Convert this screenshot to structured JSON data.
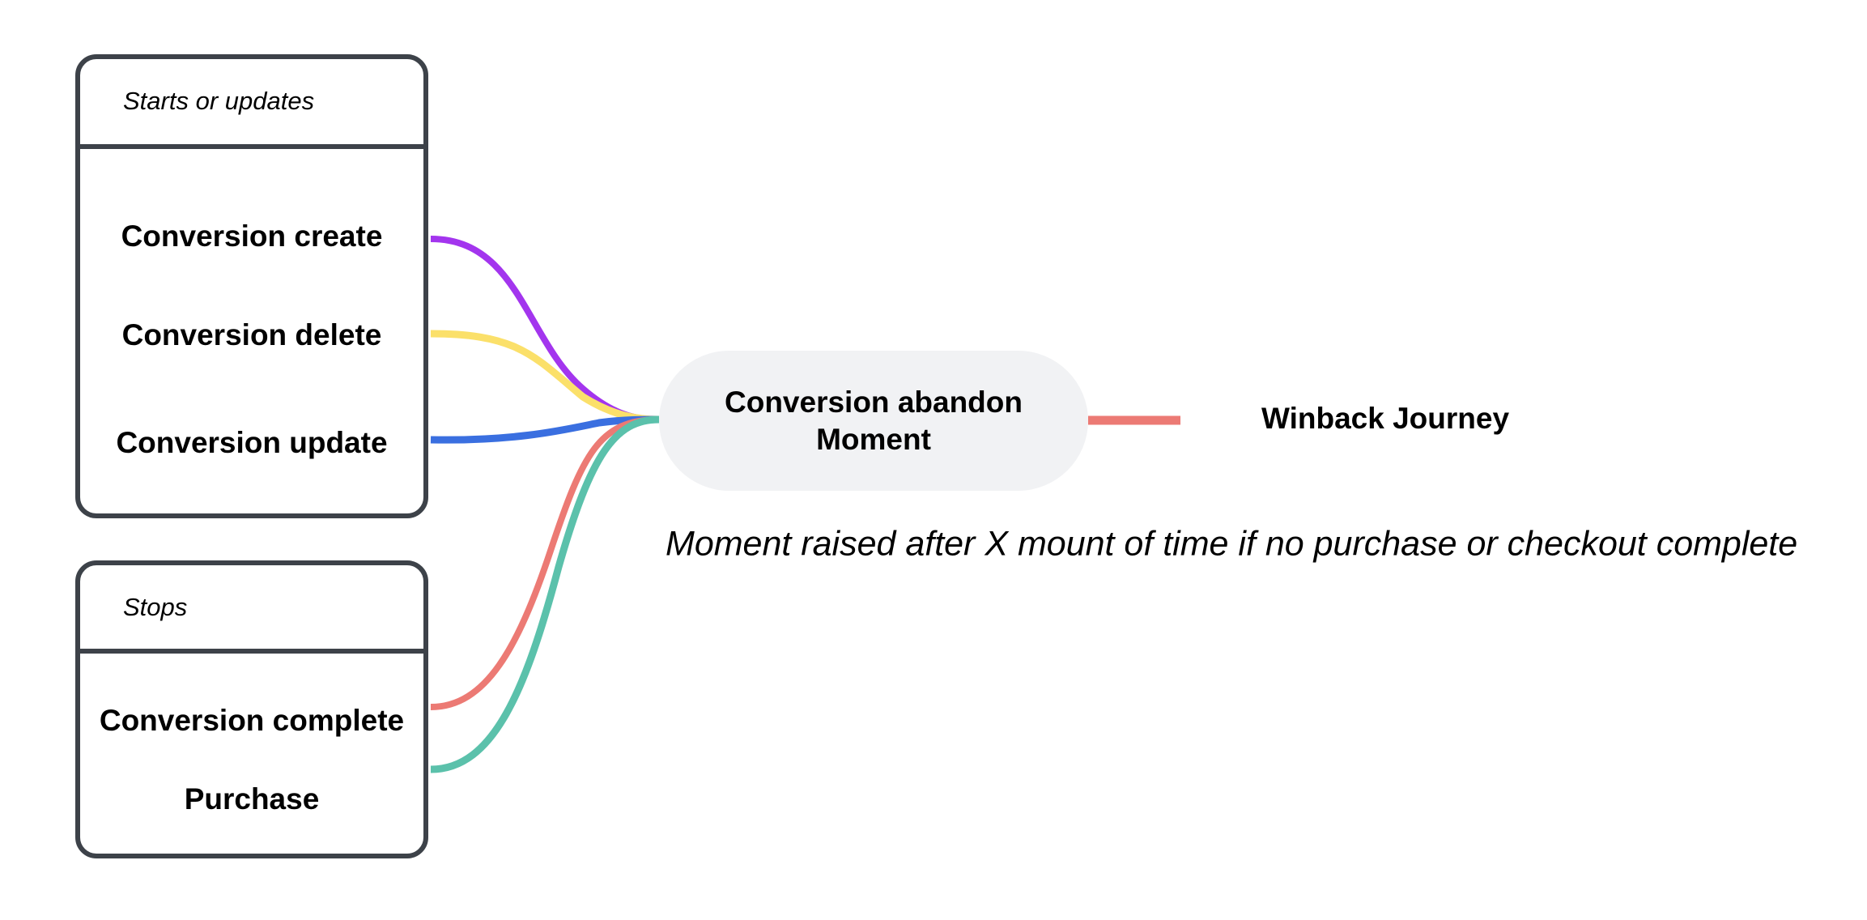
{
  "start_group": {
    "header": "Starts or updates",
    "items": [
      "Conversion create",
      "Conversion delete",
      "Conversion update"
    ]
  },
  "stop_group": {
    "header": "Stops",
    "items": [
      "Conversion complete",
      "Purchase"
    ]
  },
  "moment": {
    "line1": "Conversion abandon",
    "line2": "Moment"
  },
  "journey": "Winback Journey",
  "note": "Moment raised after X mount of time if no purchase or checkout complete",
  "colors": {
    "create": "#a335ee",
    "delete": "#fbe06a",
    "update": "#3a6fe0",
    "complete": "#ec7a74",
    "purchase": "#5bc1ab",
    "journey_link": "#ec7a74",
    "border": "#3d4249",
    "pill": "#f1f2f4"
  }
}
